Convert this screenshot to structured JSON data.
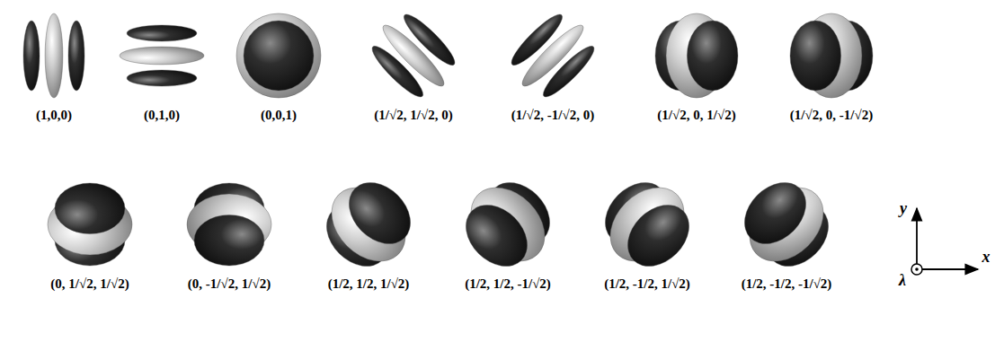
{
  "diagram": {
    "labels": [
      "(1,0,0)",
      "(0,1,0)",
      "(0,0,1)",
      "(1/√2, 1/√2, 0)",
      "(1/√2, -1/√2, 0)",
      "(1/√2, 0, 1/√2)",
      "(1/√2, 0, -1/√2)",
      "(0, 1/√2, 1/√2)",
      "(0, -1/√2, 1/√2)",
      "(1/2, 1/2, 1/√2)",
      "(1/2, 1/2, -1/√2)",
      "(1/2, -1/2, 1/√2)",
      "(1/2, -1/2, -1/√2)",
      "y",
      "x",
      "λ"
    ]
  }
}
